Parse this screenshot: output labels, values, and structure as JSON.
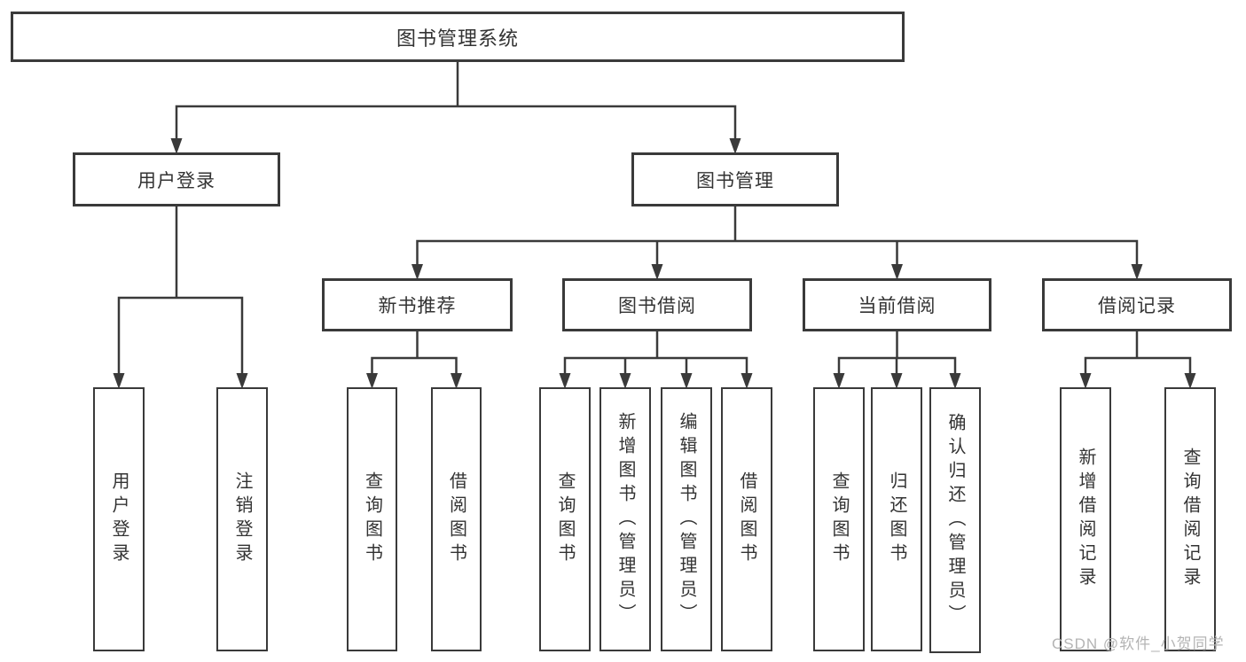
{
  "diagram": {
    "title": "图书管理系统",
    "watermark": "CSDN @软件_小贺同学",
    "colors": {
      "line": "#3a3a3a",
      "border": "#3a3a3a",
      "text": "#333333",
      "background": "#ffffff",
      "watermark": "#b4b4b4"
    },
    "nodes": [
      {
        "id": "root",
        "label": "图书管理系统",
        "level": 1,
        "parent": null
      },
      {
        "id": "user-login",
        "label": "用户登录",
        "level": 2,
        "parent": "root"
      },
      {
        "id": "book-mgmt",
        "label": "图书管理",
        "level": 2,
        "parent": "root"
      },
      {
        "id": "new-book-rec",
        "label": "新书推荐",
        "level": 3,
        "parent": "book-mgmt"
      },
      {
        "id": "book-borrow",
        "label": "图书借阅",
        "level": 3,
        "parent": "book-mgmt"
      },
      {
        "id": "current-borrow",
        "label": "当前借阅",
        "level": 3,
        "parent": "book-mgmt"
      },
      {
        "id": "borrow-record",
        "label": "借阅记录",
        "level": 3,
        "parent": "book-mgmt"
      },
      {
        "id": "login",
        "label": "用户登录",
        "level": 4,
        "parent": "user-login"
      },
      {
        "id": "logout",
        "label": "注销登录",
        "level": 4,
        "parent": "user-login"
      },
      {
        "id": "nbr-query-book",
        "label": "查询图书",
        "level": 4,
        "parent": "new-book-rec"
      },
      {
        "id": "nbr-borrow-book",
        "label": "借阅图书",
        "level": 4,
        "parent": "new-book-rec"
      },
      {
        "id": "bb-query-book",
        "label": "查询图书",
        "level": 4,
        "parent": "book-borrow"
      },
      {
        "id": "bb-add-book",
        "label": "新增图书（管理员）",
        "level": 4,
        "parent": "book-borrow"
      },
      {
        "id": "bb-edit-book",
        "label": "编辑图书（管理员）",
        "level": 4,
        "parent": "book-borrow"
      },
      {
        "id": "bb-borrow-book",
        "label": "借阅图书",
        "level": 4,
        "parent": "book-borrow"
      },
      {
        "id": "cb-query-book",
        "label": "查询图书",
        "level": 4,
        "parent": "current-borrow"
      },
      {
        "id": "cb-return-book",
        "label": "归还图书",
        "level": 4,
        "parent": "current-borrow"
      },
      {
        "id": "cb-confirm-return",
        "label": "确认归还（管理员）",
        "level": 4,
        "parent": "current-borrow"
      },
      {
        "id": "br-add-record",
        "label": "新增借阅记录",
        "level": 4,
        "parent": "borrow-record"
      },
      {
        "id": "br-query-record",
        "label": "查询借阅记录",
        "level": 4,
        "parent": "borrow-record"
      }
    ]
  }
}
